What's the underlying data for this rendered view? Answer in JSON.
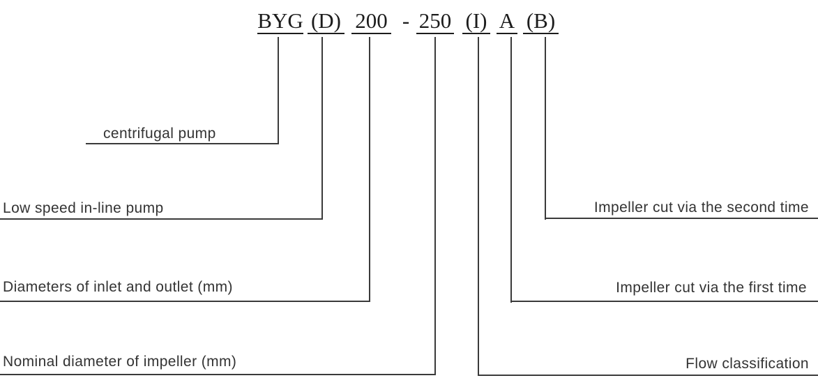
{
  "model_code": {
    "full": "BYG (D) 200 - 250 (I) A (B)",
    "series": "BYG",
    "low_speed_variant": "(D)",
    "inlet_outlet_diameter": "200",
    "separator": "-",
    "impeller_nominal_diameter": "250",
    "flow_class": "(I)",
    "first_cut": "A",
    "second_cut": "(B)"
  },
  "labels": {
    "centrifugal_pump": "centrifugal pump",
    "low_speed_inline_pump": "Low speed in-line pump",
    "inlet_outlet_diameter": "Diameters of inlet and outlet (mm)",
    "impeller_nominal_diameter": "Nominal diameter of impeller (mm)",
    "flow_classification": "Flow classification",
    "impeller_cut_first": "Impeller cut via the first time",
    "impeller_cut_second": "Impeller cut via the second time"
  },
  "colors": {
    "line": "#3a3a3a",
    "text": "#333333",
    "code_text": "#1c1c1c",
    "background": "#ffffff"
  }
}
